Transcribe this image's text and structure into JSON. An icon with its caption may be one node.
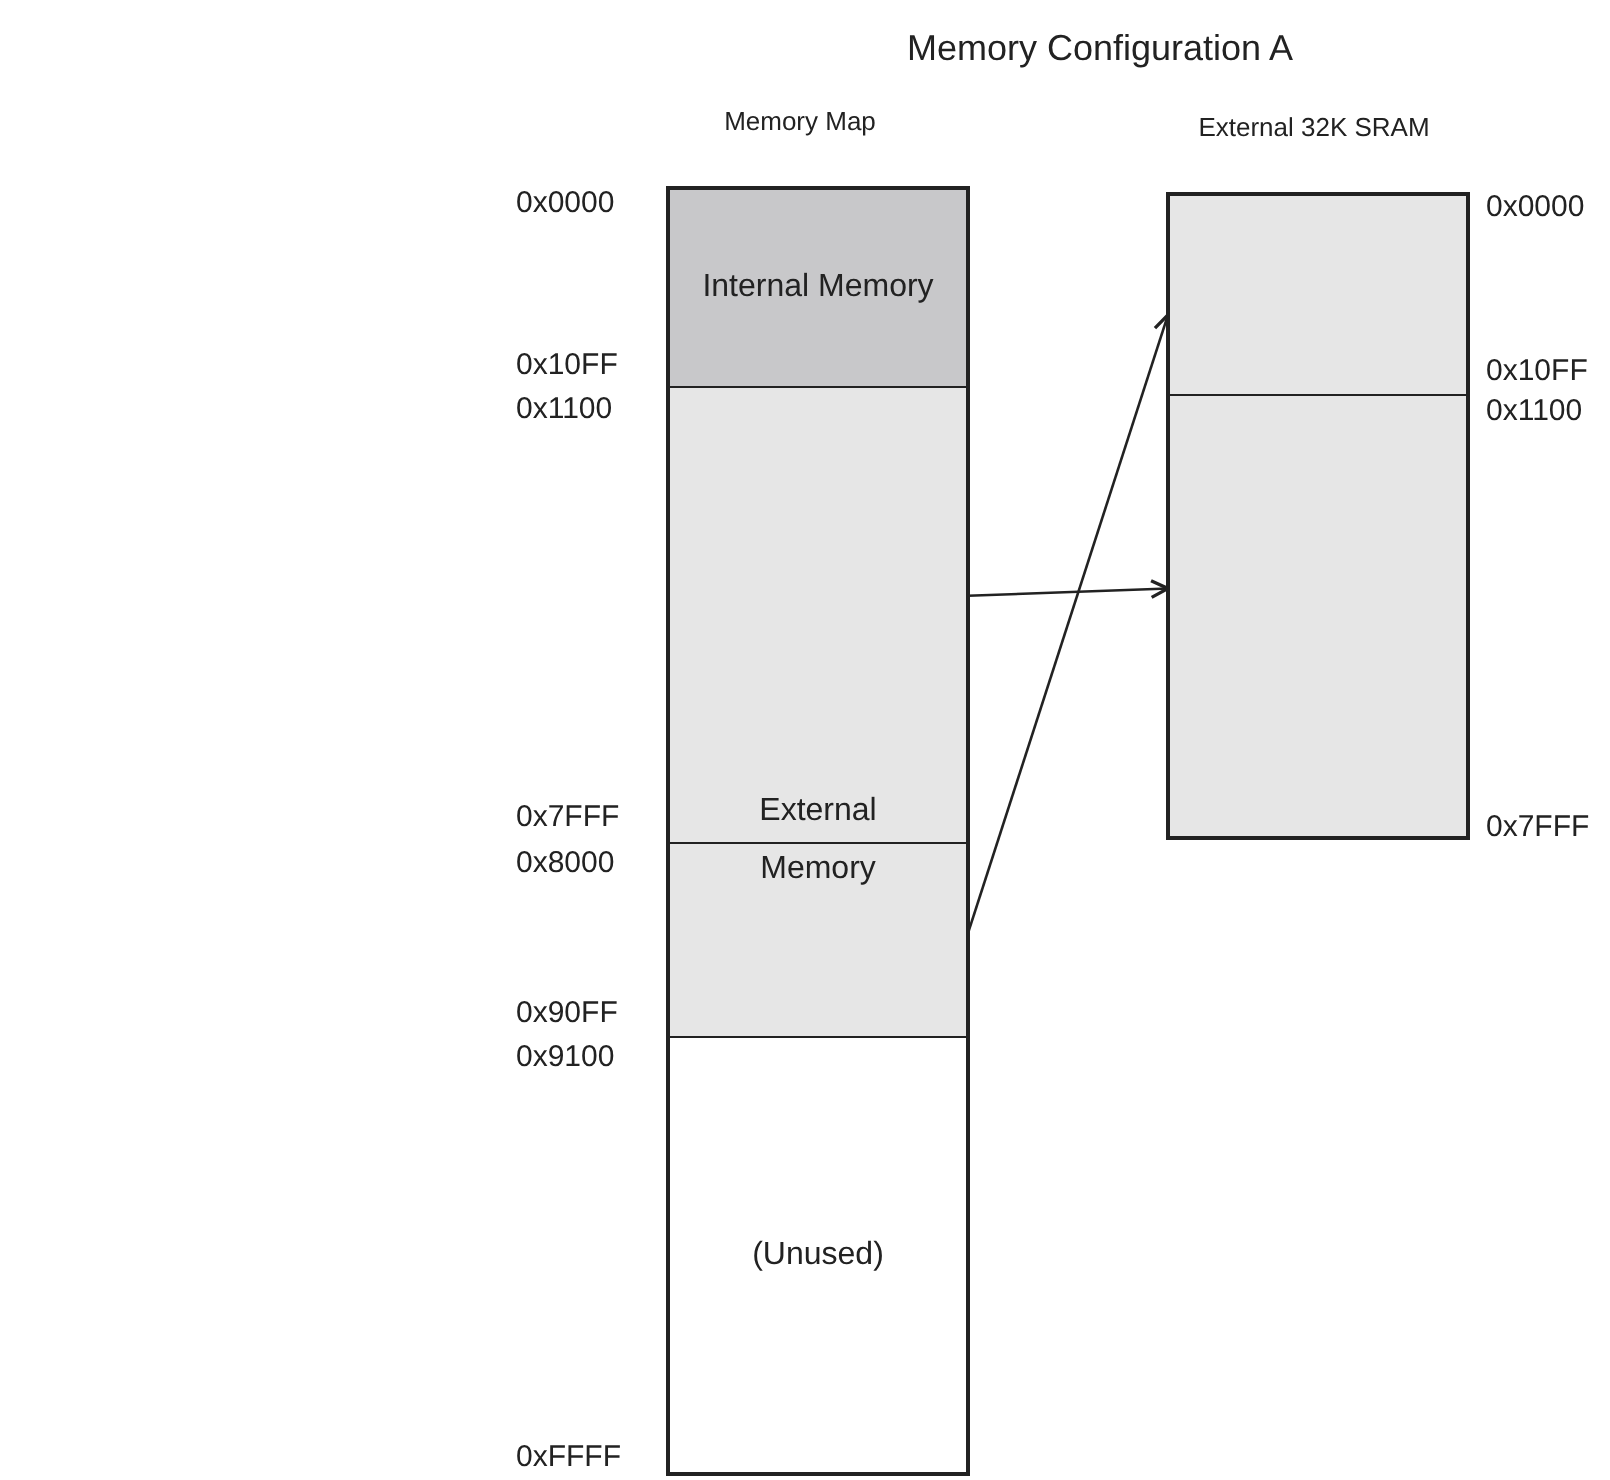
{
  "diagram": {
    "title": "Memory Configuration A",
    "nodes": [
      {
        "text": [
          "Memory Map"
        ]
      },
      {
        "text": [
          "Internal Memory"
        ],
        "in": 0
      },
      {
        "text": [
          "External"
        ],
        "in": 0
      },
      {
        "text": [
          "Memory"
        ],
        "in": 0
      },
      {
        "text": [
          "(Unused)"
        ],
        "in": 0
      },
      {
        "text": [
          "External 32K SRAM"
        ]
      },
      {
        "text": [],
        "shape": "box",
        "in": 5
      },
      {
        "text": [],
        "shape": "box",
        "in": 5
      }
    ],
    "edges": [
      {
        "from": 2,
        "to": 7,
        "arrow": "to"
      },
      {
        "from": 3,
        "to": 6,
        "arrow": "to"
      }
    ],
    "labels": [
      "0x0000",
      "0x0000",
      "0x10FF",
      "0x10FF",
      "0x1100",
      "0x1100",
      "0x7FFF",
      "0x7FFF",
      "0x8000",
      "0x90FF",
      "0x9100",
      "0xFFFF"
    ]
  }
}
